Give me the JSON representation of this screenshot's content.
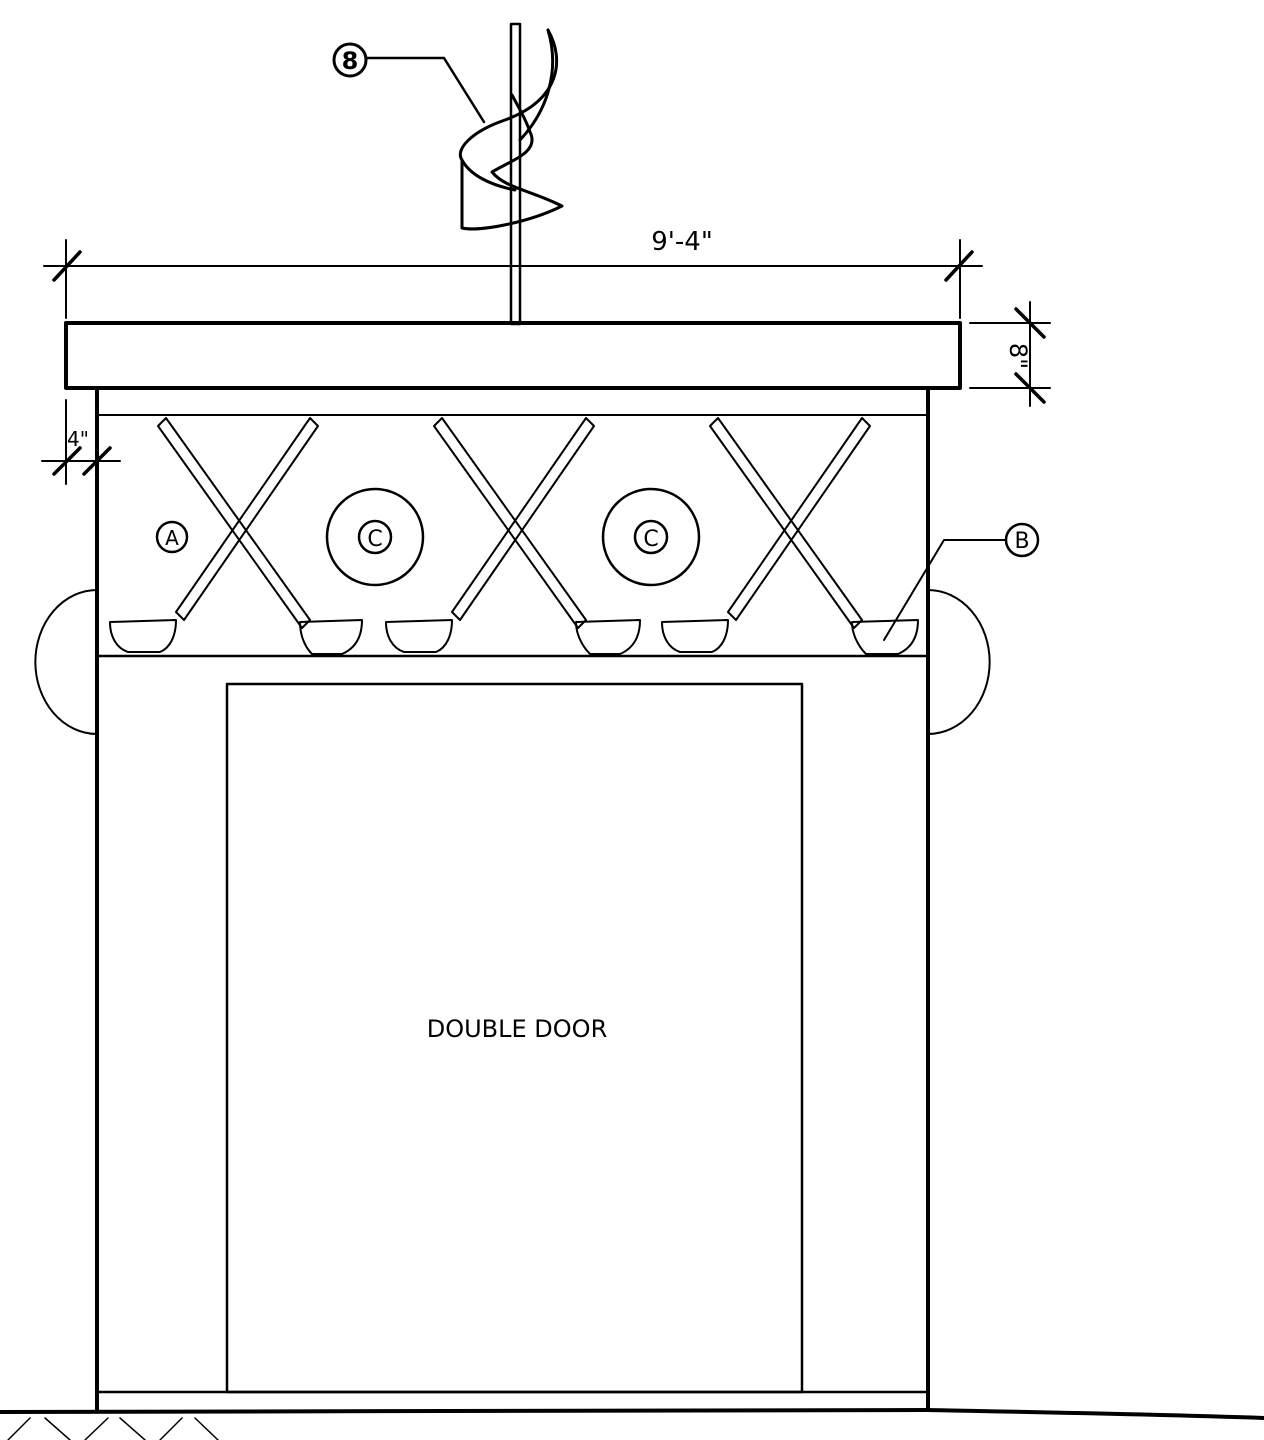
{
  "drawing": {
    "dimensions": {
      "overall_width": "9'-4\"",
      "cap_height": "8\"",
      "cap_overhang": "4\""
    },
    "callouts": {
      "sculpture": "8",
      "left_panel": "A",
      "club_head": "B",
      "disc_1": "C",
      "disc_2": "C"
    },
    "door_label": "DOUBLE DOOR",
    "ink_color": "#000000",
    "background_color": "#ffffff"
  }
}
